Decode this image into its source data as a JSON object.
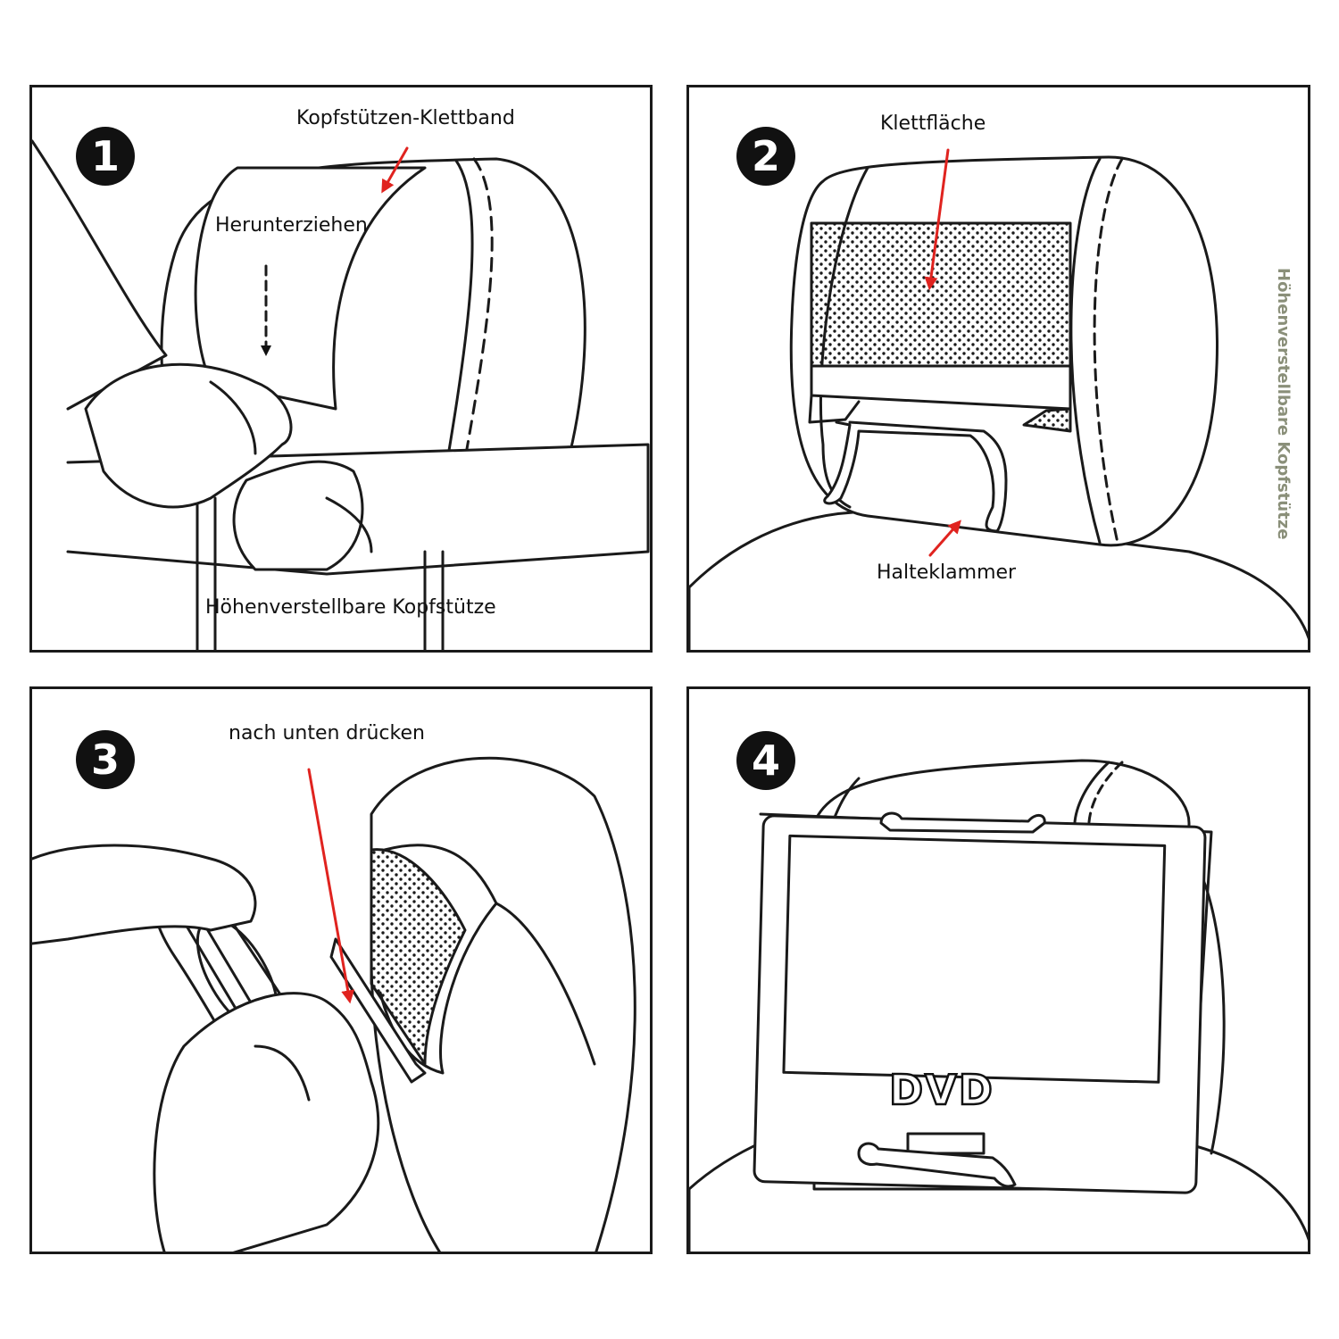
{
  "panels": [
    {
      "step": "1",
      "labels": {
        "strap": "Kopfstützen-Klettband",
        "pull": "Herunterziehen",
        "headrest": "Höhenverstellbare Kopfstütze"
      }
    },
    {
      "step": "2",
      "labels": {
        "velcro_area": "Klettfläche",
        "clip": "Halteklammer"
      }
    },
    {
      "step": "3",
      "labels": {
        "press": "nach unten drücken"
      }
    },
    {
      "step": "4",
      "labels": {
        "device": "DVD"
      }
    }
  ],
  "side_note": "Höhenverstellbare Kopfstütze",
  "colors": {
    "arrow": "#e0231f",
    "line": "#1a1a1a",
    "badge": "#111111",
    "side_note": "#8a8f79"
  }
}
